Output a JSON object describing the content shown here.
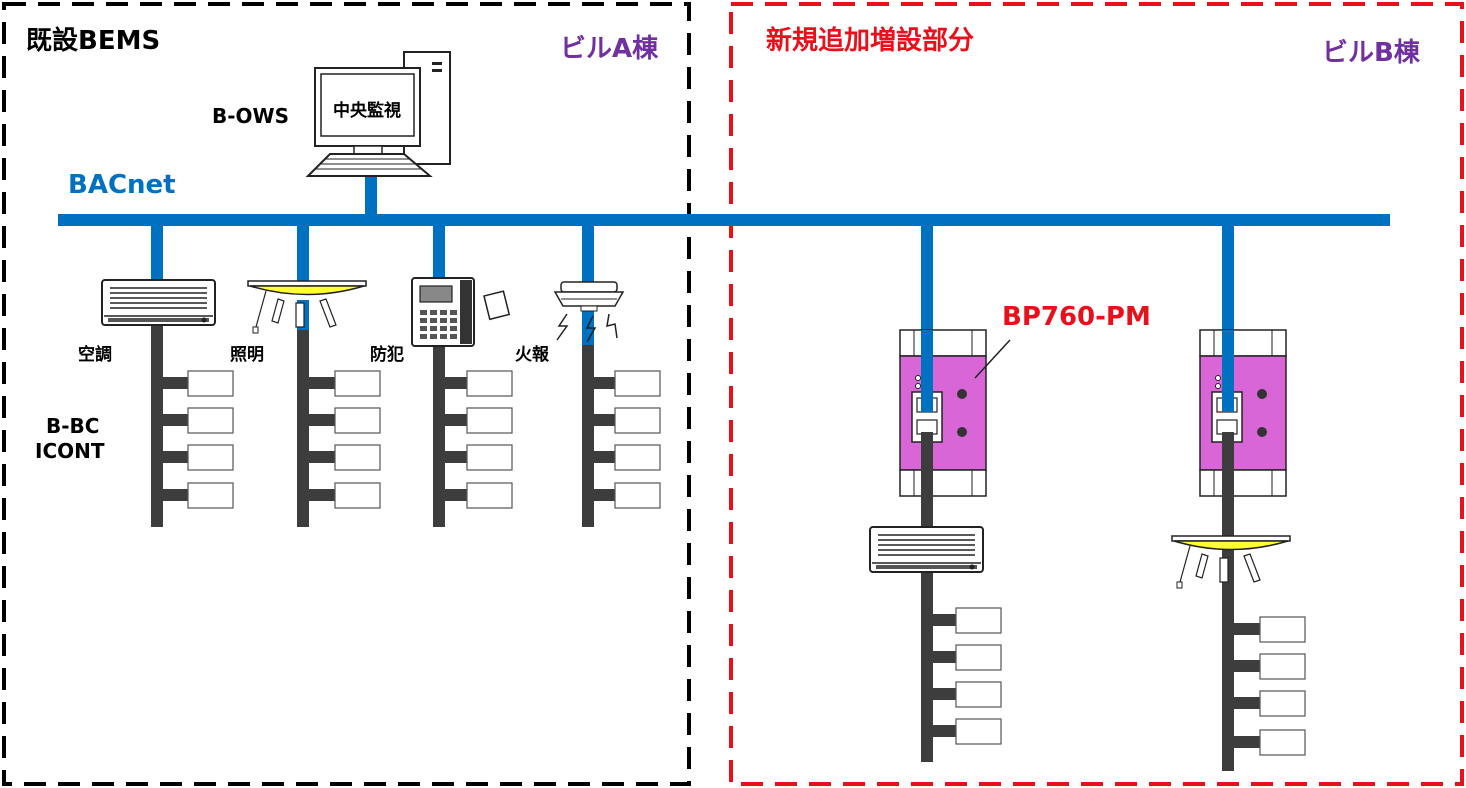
{
  "zones": {
    "existing": {
      "title": "既設BEMS",
      "building": "ビルA棟",
      "border_color": "#000000"
    },
    "new": {
      "title": "新規追加増設部分",
      "building": "ビルB棟",
      "border_color": "#e8101a"
    }
  },
  "colors": {
    "bacnet": "#0070c0",
    "trunk": "#3d3d3d",
    "building_label": "#7030a0",
    "new_label": "#e8101a",
    "gateway_body": "#d966d6",
    "light_yellow": "#ffff33"
  },
  "network": {
    "label": "BACnet"
  },
  "workstation": {
    "label": "B-OWS",
    "screen_text": "中央監視"
  },
  "controller_label": {
    "line1": "B-BC",
    "line2": "ICONT"
  },
  "subsystems": [
    {
      "id": "hvac",
      "label": "空調",
      "icon": "air-conditioner-icon"
    },
    {
      "id": "lighting",
      "label": "照明",
      "icon": "ceiling-light-icon"
    },
    {
      "id": "security",
      "label": "防犯",
      "icon": "card-reader-icon"
    },
    {
      "id": "fire",
      "label": "火報",
      "icon": "smoke-detector-icon"
    }
  ],
  "gateway": {
    "label": "BP760-PM"
  },
  "new_devices": [
    {
      "icon": "air-conditioner-icon"
    },
    {
      "icon": "ceiling-light-icon"
    }
  ]
}
